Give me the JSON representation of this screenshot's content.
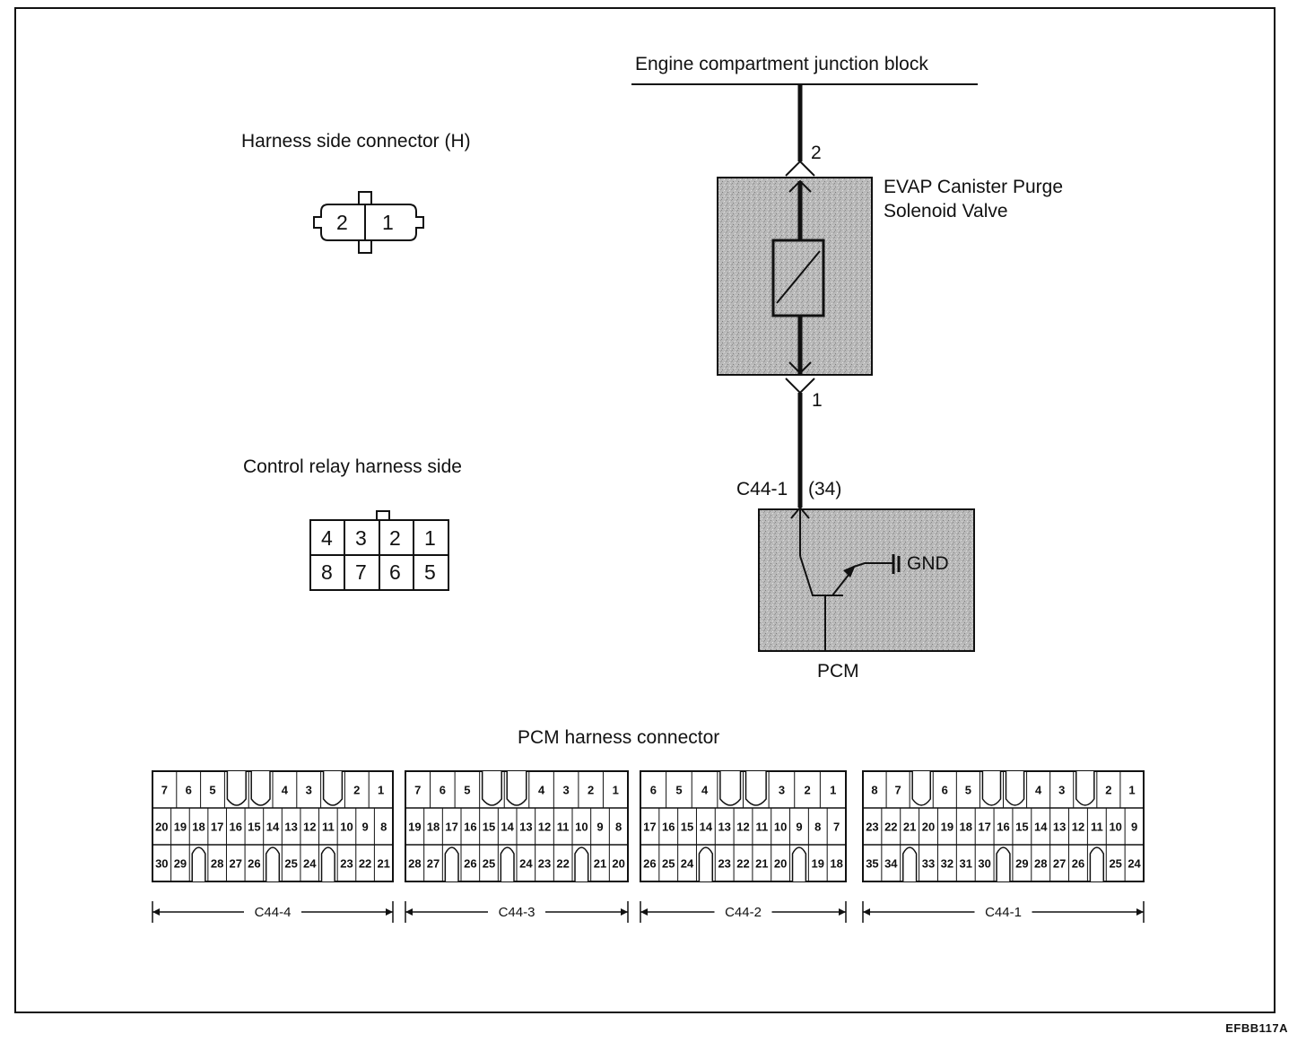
{
  "diagram": {
    "junction_block_label": "Engine compartment junction block",
    "harness_side_title": "Harness side connector (H)",
    "control_relay_title": "Control relay harness side",
    "pcm_connector_title": "PCM harness connector",
    "solenoid_label_line1": "EVAP Canister Purge",
    "solenoid_label_line2": "Solenoid Valve",
    "pin_top": "2",
    "pin_bottom": "1",
    "pcm_pin_label": "C44-1",
    "pcm_pin_number": "(34)",
    "gnd_label": "GND",
    "pcm_label": "PCM",
    "figure_code": "EFBB117A",
    "harness_pins": [
      "2",
      "1"
    ],
    "relay_pins": [
      [
        "4",
        "3",
        "2",
        "1"
      ],
      [
        "8",
        "7",
        "6",
        "5"
      ]
    ]
  },
  "connectors": [
    {
      "name": "C44-4",
      "top": [
        "7",
        "6",
        "5",
        "",
        "",
        "4",
        "3",
        "",
        "2",
        "1"
      ],
      "mid": [
        "20",
        "19",
        "18",
        "17",
        "16",
        "15",
        "14",
        "13",
        "12",
        "11",
        "10",
        "9",
        "8"
      ],
      "bot": [
        "30",
        "29",
        "",
        "28",
        "27",
        "26",
        "",
        "25",
        "24",
        "",
        "23",
        "22",
        "21"
      ]
    },
    {
      "name": "C44-3",
      "top": [
        "7",
        "6",
        "5",
        "",
        "",
        "4",
        "3",
        "2",
        "1"
      ],
      "mid": [
        "19",
        "18",
        "17",
        "16",
        "15",
        "14",
        "13",
        "12",
        "11",
        "10",
        "9",
        "8"
      ],
      "bot": [
        "28",
        "27",
        "",
        "26",
        "25",
        "",
        "24",
        "23",
        "22",
        "",
        "21",
        "20"
      ]
    },
    {
      "name": "C44-2",
      "top": [
        "6",
        "5",
        "4",
        "",
        "",
        "3",
        "2",
        "1"
      ],
      "mid": [
        "17",
        "16",
        "15",
        "14",
        "13",
        "12",
        "11",
        "10",
        "9",
        "8",
        "7"
      ],
      "bot": [
        "26",
        "25",
        "24",
        "",
        "23",
        "22",
        "21",
        "20",
        "",
        "19",
        "18"
      ]
    },
    {
      "name": "C44-1",
      "top": [
        "8",
        "7",
        "",
        "6",
        "5",
        "",
        "",
        "4",
        "3",
        "",
        "2",
        "1"
      ],
      "mid": [
        "23",
        "22",
        "21",
        "20",
        "19",
        "18",
        "17",
        "16",
        "15",
        "14",
        "13",
        "12",
        "11",
        "10",
        "9"
      ],
      "bot": [
        "35",
        "34",
        "",
        "33",
        "32",
        "31",
        "30",
        "",
        "29",
        "28",
        "27",
        "26",
        "",
        "25",
        "24"
      ]
    }
  ]
}
